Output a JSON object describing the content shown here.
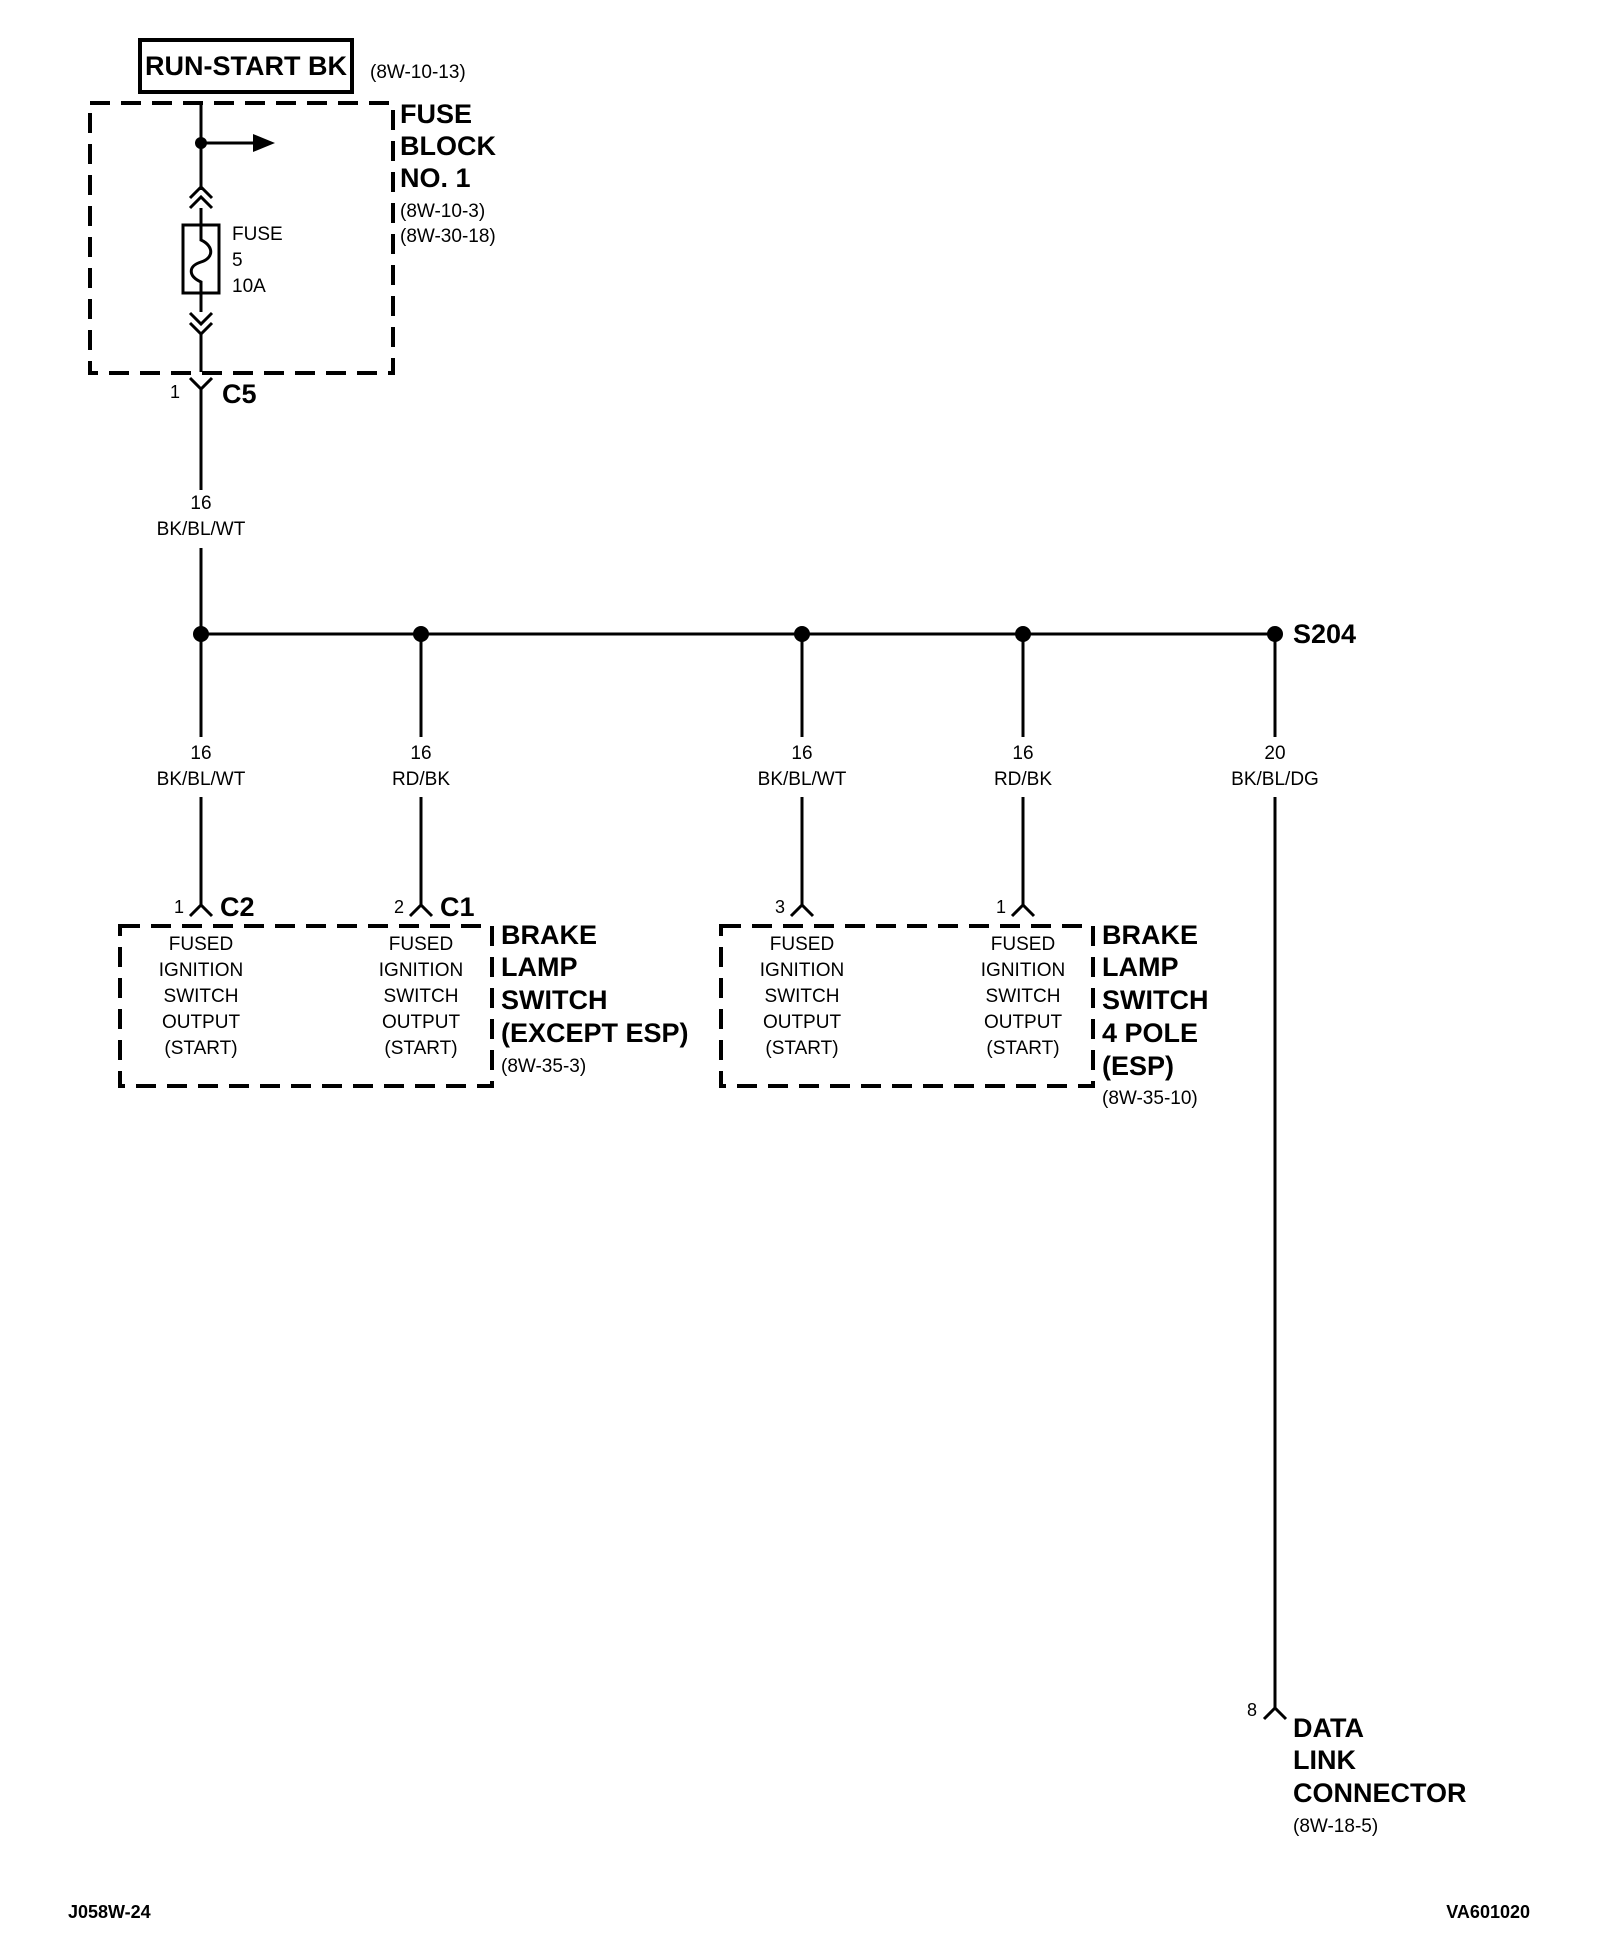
{
  "source": {
    "label": "RUN-START BK",
    "ref": "(8W-10-13)"
  },
  "fuse_block": {
    "title": [
      "FUSE",
      "BLOCK",
      "NO. 1"
    ],
    "refs": [
      "(8W-10-3)",
      "(8W-30-18)"
    ],
    "fuse_label": [
      "FUSE",
      "5",
      "10A"
    ],
    "connector_pin": "1",
    "connector": "C5"
  },
  "main_wire": {
    "gauge": "16",
    "color": "BK/BL/WT"
  },
  "splice": {
    "label": "S204"
  },
  "branches": [
    {
      "gauge": "16",
      "color": "BK/BL/WT",
      "pin": "1",
      "connector": "C2"
    },
    {
      "gauge": "16",
      "color": "RD/BK",
      "pin": "2",
      "connector": "C1"
    },
    {
      "gauge": "16",
      "color": "BK/BL/WT",
      "pin": "3",
      "connector": ""
    },
    {
      "gauge": "16",
      "color": "RD/BK",
      "pin": "1",
      "connector": ""
    },
    {
      "gauge": "20",
      "color": "BK/BL/DG",
      "pin": "8",
      "connector": ""
    }
  ],
  "circuit_label": [
    "FUSED",
    "IGNITION",
    "SWITCH",
    "OUTPUT",
    "(START)"
  ],
  "modules": [
    {
      "title": [
        "BRAKE",
        "LAMP",
        "SWITCH",
        "(EXCEPT ESP)"
      ],
      "ref": "(8W-35-3)"
    },
    {
      "title": [
        "BRAKE",
        "LAMP",
        "SWITCH",
        "4 POLE",
        "(ESP)"
      ],
      "ref": "(8W-35-10)"
    },
    {
      "title": [
        "DATA",
        "LINK",
        "CONNECTOR"
      ],
      "ref": "(8W-18-5)"
    }
  ],
  "footer": {
    "left_code": "J058W-24",
    "right_code": "VA601020"
  }
}
